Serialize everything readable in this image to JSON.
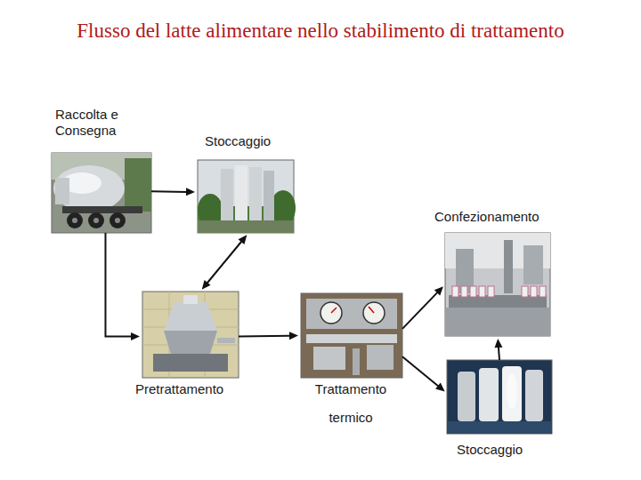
{
  "diagram": {
    "title": "Flusso del latte alimentare nello stabilimento di trattamento",
    "nodes": [
      {
        "text": [
          "Raccolta e Consegna"
        ]
      },
      {
        "text": [
          "Stoccaggio"
        ]
      },
      {
        "text": [
          "Confezionamento"
        ]
      },
      {
        "text": [
          "Pretrattamento"
        ]
      },
      {
        "text": [
          "Trattamento termico"
        ]
      },
      {
        "text": [
          "Stoccaggio"
        ]
      }
    ],
    "edges": [
      {
        "from": 0,
        "to": 1,
        "arrow": "to"
      },
      {
        "from": 1,
        "to": 3,
        "arrow": "both"
      },
      {
        "from": 0,
        "to": 3,
        "arrow": "to"
      },
      {
        "from": 3,
        "to": 4,
        "arrow": "to"
      },
      {
        "from": 4,
        "to": 2,
        "arrow": "to"
      },
      {
        "from": 4,
        "to": 5,
        "arrow": "to"
      },
      {
        "from": 5,
        "to": 2,
        "arrow": "to"
      }
    ]
  }
}
